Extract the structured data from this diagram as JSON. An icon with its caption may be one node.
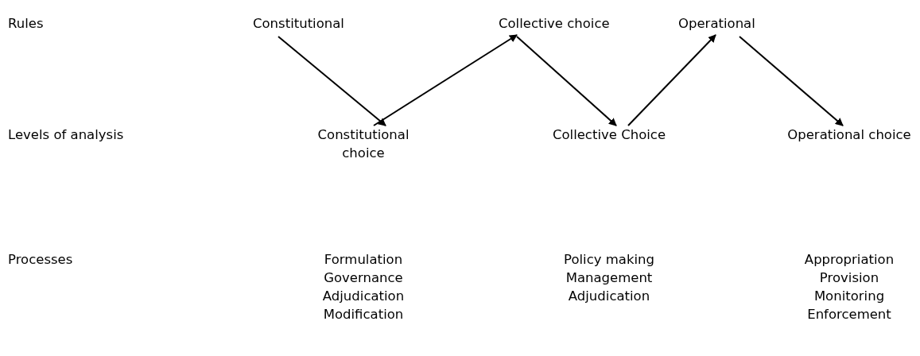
{
  "diagram": {
    "nodes": [
      {
        "text": [
          "Constitutional"
        ]
      },
      {
        "text": [
          "Collective choice"
        ]
      },
      {
        "text": [
          "Operational"
        ]
      },
      {
        "text": [
          "Constitutional choice"
        ]
      },
      {
        "text": [
          "Collective Choice"
        ]
      },
      {
        "text": [
          "Operational choice"
        ]
      }
    ],
    "edges": [
      {
        "from": 0,
        "to": 3,
        "arrow": "to"
      },
      {
        "from": 3,
        "to": 1,
        "arrow": "to"
      },
      {
        "from": 1,
        "to": 4,
        "arrow": "to"
      },
      {
        "from": 4,
        "to": 2,
        "arrow": "to"
      },
      {
        "from": 2,
        "to": 5,
        "arrow": "to"
      }
    ],
    "labels": [
      "Rules",
      "Levels of analysis",
      "Processes",
      "Formulation",
      "Policy making",
      "Appropriation",
      "Governance",
      "Management",
      "Provision",
      "Adjudication",
      "Adjudication",
      "Monitoring",
      "Modification",
      "Enforcement"
    ]
  }
}
